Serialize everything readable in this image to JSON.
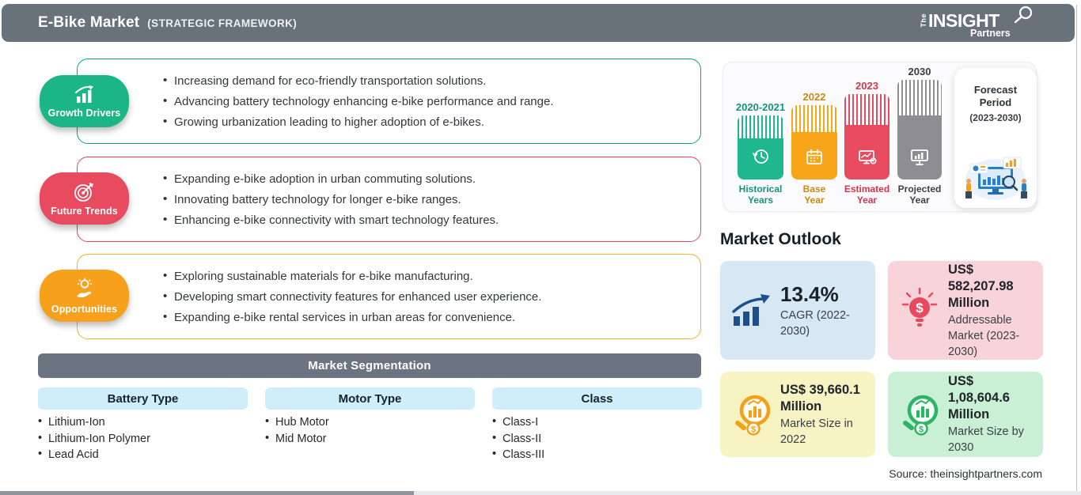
{
  "header": {
    "title": "E-Bike Market",
    "subtitle": "(STRATEGIC FRAMEWORK)",
    "logo": {
      "word1": "The",
      "word2": "INSIGHT",
      "word3": "Partners"
    }
  },
  "sections": [
    {
      "label": "Growth Drivers",
      "badge_color": "#1cb584",
      "border_color": "#0aa386",
      "bullets": [
        "Increasing demand for eco-friendly transportation solutions.",
        "Advancing battery technology enhancing e-bike performance and range.",
        "Growing urbanization leading to higher adoption of e-bikes."
      ]
    },
    {
      "label": "Future Trends",
      "badge_color": "#e84a5f",
      "border_color": "#e8485e",
      "bullets": [
        "Expanding e-bike adoption in urban commuting solutions.",
        "Innovating battery technology for longer e-bike ranges.",
        "Enhancing e-bike connectivity with smart technology features."
      ]
    },
    {
      "label": "Opportunities",
      "badge_color": "#f6a01b",
      "border_color": "#f0b429",
      "bullets": [
        "Exploring sustainable materials for e-bike manufacturing.",
        "Developing smart connectivity features for enhanced user experience.",
        "Expanding e-bike rental services in urban areas for convenience."
      ]
    }
  ],
  "segmentation": {
    "title": "Market Segmentation",
    "columns": [
      {
        "header": "Battery Type",
        "items": [
          "Lithium-Ion",
          "Lithium-Ion Polymer",
          "Lead Acid"
        ]
      },
      {
        "header": "Motor Type",
        "items": [
          "Hub Motor",
          "Mid Motor"
        ]
      },
      {
        "header": "Class",
        "items": [
          "Class-I",
          "Class-II",
          "Class-III"
        ]
      }
    ]
  },
  "timeline": {
    "bars": [
      {
        "year": "2020-2021",
        "label_line1": "Historical",
        "label_line2": "Years",
        "color": "#1eb78f"
      },
      {
        "year": "2022",
        "label_line1": "Base",
        "label_line2": "Year",
        "color": "#f9a51a"
      },
      {
        "year": "2023",
        "label_line1": "Estimated",
        "label_line2": "Year",
        "color": "#e84a5f"
      },
      {
        "year": "2030",
        "label_line1": "Projected",
        "label_line2": "Year",
        "color": "#8e8e90"
      }
    ],
    "forecast": {
      "title": "Forecast Period",
      "range": "(2023-2030)"
    }
  },
  "outlook": {
    "title": "Market Outlook",
    "cards": [
      {
        "value": "13.4%",
        "desc": "CAGR (2022-2030)",
        "bg": "#d7e8f4",
        "icon": "growth-chart-icon"
      },
      {
        "value": "US$ 582,207.98 Million",
        "desc": "Addressable Market (2023-2030)",
        "bg": "#f8d4da",
        "icon": "bulb-dollar-icon"
      },
      {
        "value": "US$ 39,660.1 Million",
        "desc": "Market Size in 2022",
        "bg": "#f8f3c3",
        "icon": "magnifier-chart-icon-orange"
      },
      {
        "value": "US$ 1,08,604.6 Million",
        "desc": "Market Size by 2030",
        "bg": "#c9efd4",
        "icon": "magnifier-chart-icon-green"
      }
    ]
  },
  "source": "Source: theinsightpartners.com"
}
